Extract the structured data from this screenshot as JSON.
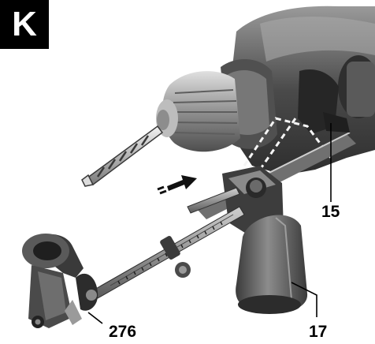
{
  "figure": {
    "badge_letter": "K",
    "labels": {
      "depth_stop_lever": "15",
      "dust_extraction_part": "276",
      "handle": "17"
    }
  },
  "colors": {
    "body_dark": "#3a3a3a",
    "body_mid": "#6d6d6d",
    "body_light": "#b5b5b5",
    "chuck": "#8e8e8e",
    "highlight": "#dcdcdc",
    "leader": "#000000"
  }
}
